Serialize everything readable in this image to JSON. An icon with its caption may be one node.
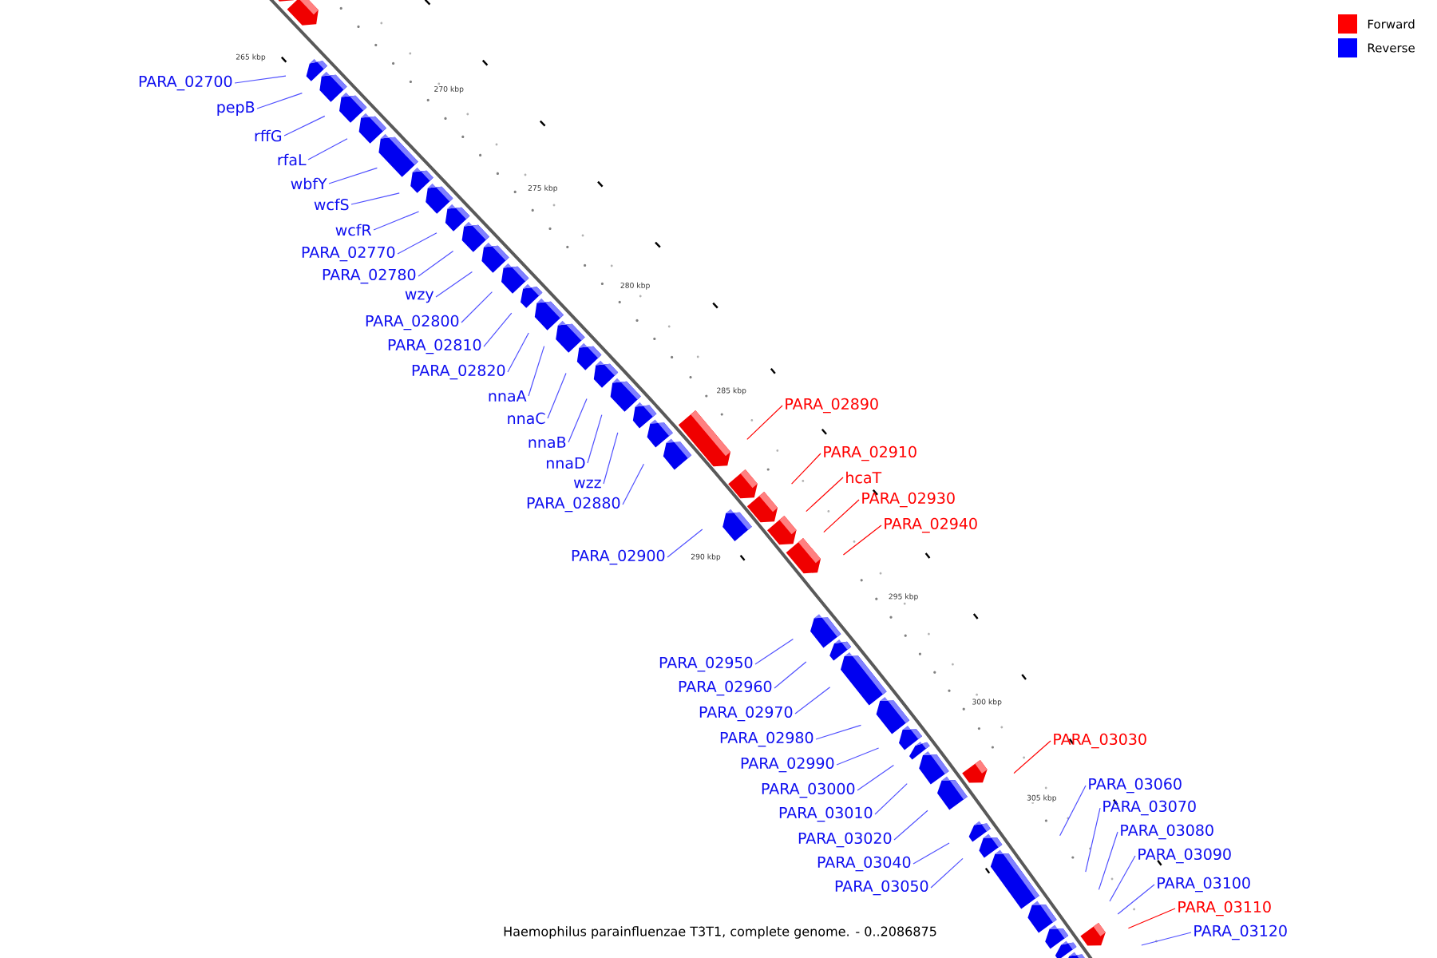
{
  "diagram": {
    "caption": "Haemophilus parainfluenzae T3T1, complete genome. - 0..2086875",
    "nodes": [
      {
        "text": [
          "PARA_02700"
        ]
      },
      {
        "text": [
          "pepB"
        ]
      },
      {
        "text": [
          "rffG"
        ]
      },
      {
        "text": [
          "rfaL"
        ]
      },
      {
        "text": [
          "wbfY"
        ]
      },
      {
        "text": [
          "wcfS"
        ]
      },
      {
        "text": [
          "wcfR"
        ]
      },
      {
        "text": [
          "PARA_02770"
        ]
      },
      {
        "text": [
          "PARA_02780"
        ]
      },
      {
        "text": [
          "wzy"
        ]
      },
      {
        "text": [
          "PARA_02800"
        ]
      },
      {
        "text": [
          "PARA_02810"
        ]
      },
      {
        "text": [
          "PARA_02820"
        ]
      },
      {
        "text": [
          "nnaA"
        ]
      },
      {
        "text": [
          "nnaC"
        ]
      },
      {
        "text": [
          "nnaB"
        ]
      },
      {
        "text": [
          "nnaD"
        ]
      },
      {
        "text": [
          "wzz"
        ]
      },
      {
        "text": [
          "PARA_02880"
        ]
      },
      {
        "text": [
          "PARA_02890"
        ]
      },
      {
        "text": [
          "PARA_02910"
        ]
      },
      {
        "text": [
          "hcaT"
        ]
      },
      {
        "text": [
          "PARA_02930"
        ]
      },
      {
        "text": [
          "PARA_02940"
        ]
      },
      {
        "text": [
          "PARA_02900"
        ]
      },
      {
        "text": [
          "PARA_02950"
        ]
      },
      {
        "text": [
          "PARA_02960"
        ]
      },
      {
        "text": [
          "PARA_02970"
        ]
      },
      {
        "text": [
          "PARA_02980"
        ]
      },
      {
        "text": [
          "PARA_02990"
        ]
      },
      {
        "text": [
          "PARA_03000"
        ]
      },
      {
        "text": [
          "PARA_03010"
        ]
      },
      {
        "text": [
          "PARA_03020"
        ]
      },
      {
        "text": [
          "PARA_03040"
        ]
      },
      {
        "text": [
          "PARA_03050"
        ]
      },
      {
        "text": [
          "PARA_03030"
        ]
      },
      {
        "text": [
          "PARA_03060"
        ]
      },
      {
        "text": [
          "PARA_03070"
        ]
      },
      {
        "text": [
          "PARA_03080"
        ]
      },
      {
        "text": [
          "PARA_03090"
        ]
      },
      {
        "text": [
          "PARA_03100"
        ]
      },
      {
        "text": [
          "PARA_03110"
        ]
      },
      {
        "text": [
          "PARA_03120"
        ]
      }
    ],
    "edges": [
      {
        "from": 0,
        "to": null,
        "arrow": "none"
      },
      {
        "from": 1,
        "to": null,
        "arrow": "none"
      },
      {
        "from": 2,
        "to": null,
        "arrow": "none"
      },
      {
        "from": 3,
        "to": null,
        "arrow": "none"
      },
      {
        "from": 4,
        "to": null,
        "arrow": "none"
      },
      {
        "from": 5,
        "to": null,
        "arrow": "none"
      },
      {
        "from": 6,
        "to": null,
        "arrow": "none"
      },
      {
        "from": 7,
        "to": null,
        "arrow": "none"
      },
      {
        "from": 8,
        "to": null,
        "arrow": "none"
      },
      {
        "from": 9,
        "to": null,
        "arrow": "none"
      },
      {
        "from": 10,
        "to": null,
        "arrow": "none"
      },
      {
        "from": 11,
        "to": null,
        "arrow": "none"
      },
      {
        "from": 12,
        "to": null,
        "arrow": "none"
      },
      {
        "from": 13,
        "to": null,
        "arrow": "none"
      },
      {
        "from": 14,
        "to": null,
        "arrow": "none"
      },
      {
        "from": 15,
        "to": null,
        "arrow": "none"
      },
      {
        "from": 16,
        "to": null,
        "arrow": "none"
      },
      {
        "from": 17,
        "to": null,
        "arrow": "none"
      },
      {
        "from": 18,
        "to": null,
        "arrow": "none"
      },
      {
        "from": 19,
        "to": null,
        "arrow": "none",
        "color": "#ff0000"
      },
      {
        "from": 20,
        "to": null,
        "arrow": "none",
        "color": "#ff0000"
      },
      {
        "from": 21,
        "to": null,
        "arrow": "none",
        "color": "#ff0000"
      },
      {
        "from": 22,
        "to": null,
        "arrow": "none",
        "color": "#ff0000"
      },
      {
        "from": 23,
        "to": null,
        "arrow": "none",
        "color": "#ff0000"
      },
      {
        "from": 24,
        "to": null,
        "arrow": "none"
      },
      {
        "from": 25,
        "to": null,
        "arrow": "none"
      },
      {
        "from": 26,
        "to": null,
        "arrow": "none"
      },
      {
        "from": 27,
        "to": null,
        "arrow": "none"
      },
      {
        "from": 28,
        "to": null,
        "arrow": "none"
      },
      {
        "from": 29,
        "to": null,
        "arrow": "none"
      },
      {
        "from": 30,
        "to": null,
        "arrow": "none"
      },
      {
        "from": 31,
        "to": null,
        "arrow": "none"
      },
      {
        "from": 32,
        "to": null,
        "arrow": "none"
      },
      {
        "from": 33,
        "to": null,
        "arrow": "none"
      },
      {
        "from": 34,
        "to": null,
        "arrow": "none"
      },
      {
        "from": 35,
        "to": null,
        "arrow": "none",
        "color": "#ff0000"
      },
      {
        "from": 36,
        "to": null,
        "arrow": "none"
      },
      {
        "from": 37,
        "to": null,
        "arrow": "none"
      },
      {
        "from": 38,
        "to": null,
        "arrow": "none"
      },
      {
        "from": 39,
        "to": null,
        "arrow": "none"
      },
      {
        "from": 40,
        "to": null,
        "arrow": "none"
      },
      {
        "from": 41,
        "to": null,
        "arrow": "none",
        "color": "#ff0000"
      },
      {
        "from": 42,
        "to": null,
        "arrow": "none"
      }
    ],
    "labels": [
      "265 kbp",
      "270 kbp",
      "275 kbp",
      "280 kbp",
      "285 kbp",
      "290 kbp",
      "295 kbp",
      "300 kbp",
      "305 kbp"
    ],
    "legend": [
      {
        "text": "Forward",
        "color": "#ff0000"
      },
      {
        "text": "Reverse",
        "color": "#0000ff"
      }
    ]
  }
}
